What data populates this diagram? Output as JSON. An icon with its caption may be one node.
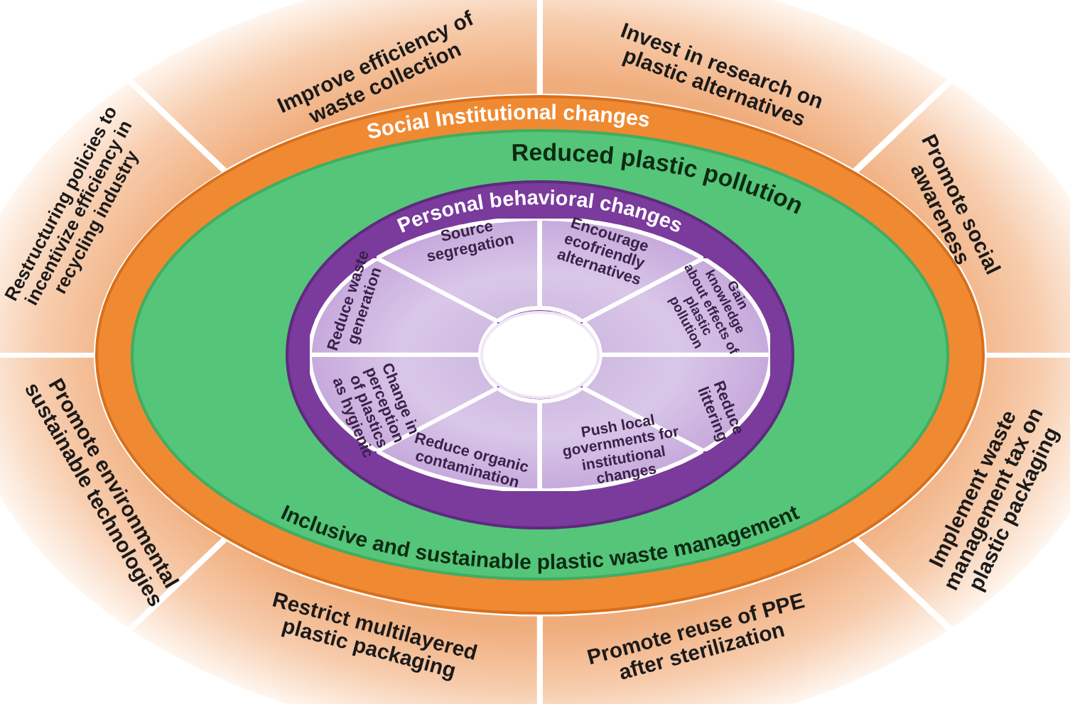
{
  "diagram": {
    "nodes": [
      {
        "text": [
          "Improve efficiency of waste collection"
        ]
      },
      {
        "text": [
          "Invest in research on plastic alternatives"
        ]
      },
      {
        "text": [
          "Promote social awareness"
        ]
      },
      {
        "text": [
          "Implement waste management tax on plastic packaging"
        ]
      },
      {
        "text": [
          "Promote reuse of PPE after sterilization"
        ]
      },
      {
        "text": [
          "Restrict multilayered plastic packaging"
        ]
      },
      {
        "text": [
          "Promote environmental sustainable technologies"
        ]
      },
      {
        "text": [
          "Restructuring policies to incentivize efficiency in recycling industry"
        ]
      },
      {
        "text": [
          "Social Institutional changes"
        ]
      },
      {
        "text": [
          "Reduced plastic pollution",
          "Inclusive and sustainable plastic waste management"
        ],
        "in": 8
      },
      {
        "text": [
          "Personal behavioral changes"
        ],
        "in": 9
      },
      {
        "text": [
          "Source segregation"
        ],
        "in": 10
      },
      {
        "text": [
          "Encourage ecofriendly alternatives"
        ],
        "in": 10
      },
      {
        "text": [
          "Gain knowledge about effects of plastic pollution"
        ],
        "in": 10
      },
      {
        "text": [
          "Reduce littering"
        ],
        "in": 10
      },
      {
        "text": [
          "Push local governments for institutional changes"
        ],
        "in": 10
      },
      {
        "text": [
          "Reduce organic contamination"
        ],
        "in": 10
      },
      {
        "text": [
          "Change in perception of plastics as hygienic"
        ],
        "in": 10
      },
      {
        "text": [
          "Reduce waste generation"
        ],
        "in": 10
      },
      {
        "text": [],
        "shape": "circle",
        "in": 10
      }
    ]
  }
}
